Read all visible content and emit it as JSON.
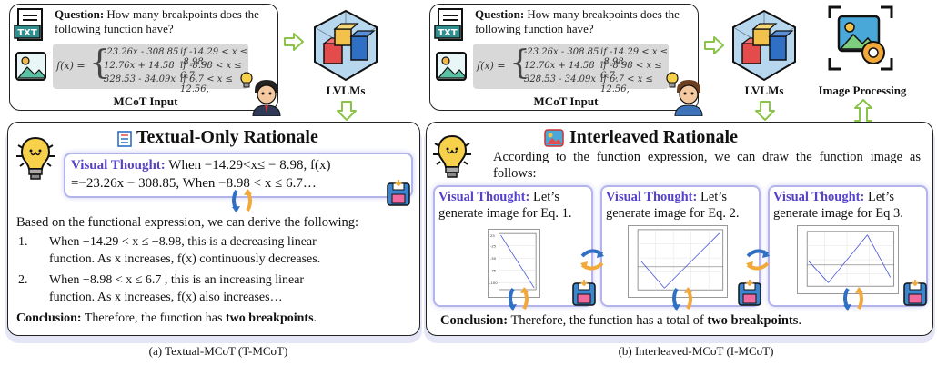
{
  "left": {
    "question_label": "Question:",
    "question_text": "How many breakpoints does the following function have?",
    "txt_badge": "TXT",
    "formula_fx": "f(x) =",
    "formula_rows": [
      [
        "-23.26x - 308.85",
        "if -14.29 < x ≤ -8.98,"
      ],
      [
        "12.76x + 14.58",
        "if -8.98 < x ≤ 6.7,"
      ],
      [
        "328.53 - 34.09x",
        "if 6.7 < x ≤ 12.56,"
      ]
    ],
    "input_caption": "MCoT Input",
    "lvlm_label": "LVLMs",
    "title": "Textual-Only Rationale",
    "vt_label": "Visual Thought:",
    "vt_text_1": "When −14.29<x≤ − 8.98, f(x)",
    "vt_text_2": "=−23.26x − 308.85, When −8.98 < x ≤ 6.7…",
    "derive": "Based on the functional expression, we can derive the following:",
    "items": [
      {
        "num": "1.",
        "l1": "When −14.29 < x ≤ −8.98, this is a decreasing linear",
        "l2": "function. As x increases, f(x) continuously decreases."
      },
      {
        "num": "2.",
        "l1": "When −8.98 < x ≤ 6.7 , this is an increasing linear",
        "l2": "function. As x increases, f(x) also increases…"
      }
    ],
    "conclusion_label": "Conclusion:",
    "conclusion_text": "Therefore, the function has",
    "conclusion_bold": "two breakpoints",
    "conclusion_end": ".",
    "caption": "(a) Textual-MCoT (T-MCoT)"
  },
  "right": {
    "question_label": "Question:",
    "question_text": "How many breakpoints does the following function have?",
    "txt_badge": "TXT",
    "formula_fx": "f(x) =",
    "formula_rows": [
      [
        "-23.26x - 308.85",
        "if -14.29 < x ≤ -8.98,"
      ],
      [
        "12.76x + 14.58",
        "if -8.98 < x ≤ 6.7,"
      ],
      [
        "328.53 - 34.09x",
        "if 6.7 < x ≤ 12.56,"
      ]
    ],
    "input_caption": "MCoT Input",
    "lvlm_label": "LVLMs",
    "image_processing_label": "Image Processing",
    "title": "Interleaved Rationale",
    "intro": "According to the function expression, we can draw the function image as follows:",
    "panels": [
      {
        "vt_label": "Visual Thought:",
        "line1": "Let’s",
        "line2": "generate image for Eq. 1."
      },
      {
        "vt_label": "Visual Thought:",
        "line1": "Let’s",
        "line2": "generate image for Eq. 2."
      },
      {
        "vt_label": "Visual Thought:",
        "line1": "Let’s",
        "line2": "generate image for Eq 3."
      }
    ],
    "conclusion_label": "Conclusion:",
    "conclusion_text": "Therefore, the function has a total of",
    "conclusion_bold": "two breakpoints",
    "conclusion_end": ".",
    "caption": "(b) Interleaved-MCoT (I-MCoT)"
  },
  "colors": {
    "accent_purple": "#5542c8",
    "arrow_green": "#8bc34a",
    "panel_border": "#b3b4ea"
  }
}
